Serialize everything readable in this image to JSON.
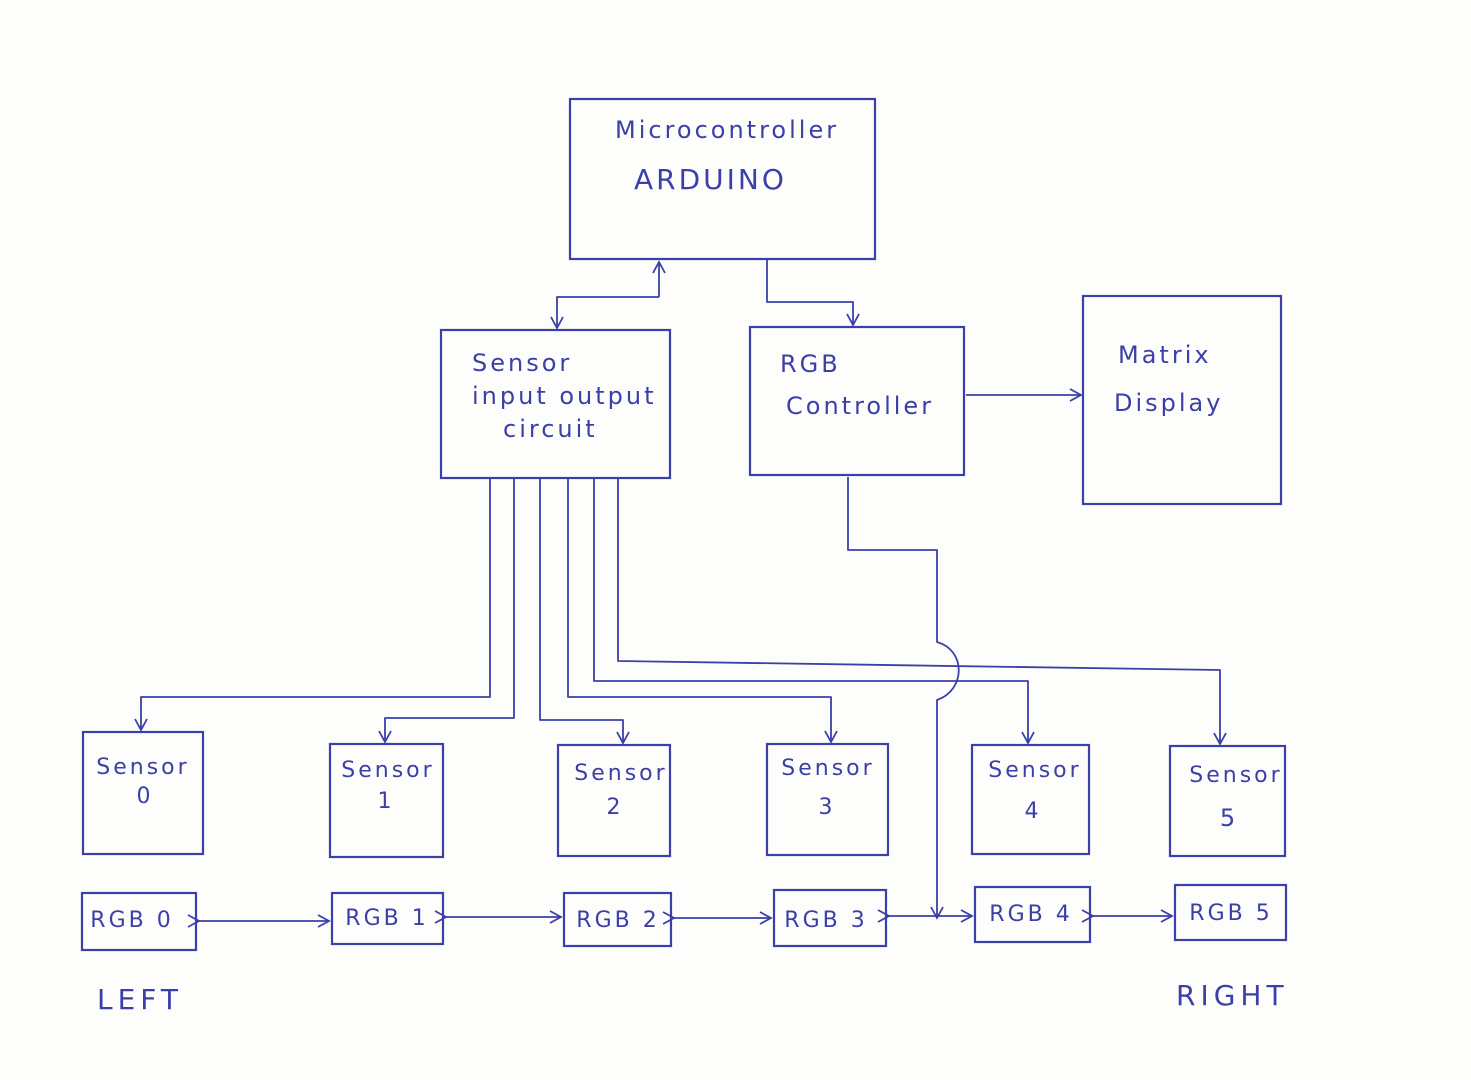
{
  "microcontroller": {
    "line1": "Microcontroller",
    "line2": "ARDUINO"
  },
  "sensor_io": {
    "line1": "Sensor",
    "line2": "input output",
    "line3": "circuit"
  },
  "rgb_controller": {
    "line1": "RGB",
    "line2": "Controller"
  },
  "matrix_display": {
    "line1": "Matrix",
    "line2": "Display"
  },
  "sensors": [
    {
      "label": "Sensor",
      "index": "0"
    },
    {
      "label": "Sensor",
      "index": "1"
    },
    {
      "label": "Sensor",
      "index": "2"
    },
    {
      "label": "Sensor",
      "index": "3"
    },
    {
      "label": "Sensor",
      "index": "4"
    },
    {
      "label": "Sensor",
      "index": "5"
    }
  ],
  "rgb_nodes": [
    "RGB 0",
    "RGB 1",
    "RGB 2",
    "RGB 3",
    "RGB 4",
    "RGB 5"
  ],
  "side_labels": {
    "left": "LEFT",
    "right": "RIGHT"
  },
  "colors": {
    "ink": "#3b3fa8",
    "paper": "#fdfdfc"
  }
}
